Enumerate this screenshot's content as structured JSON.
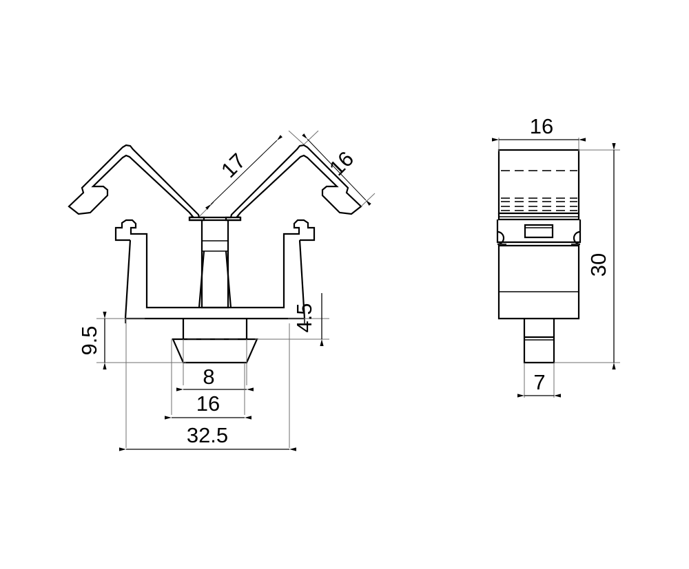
{
  "drawing": {
    "title": "Mechanical part — two orthographic views with dimensions",
    "units": "mm",
    "line_color": "#000000",
    "background": "#ffffff",
    "views": [
      {
        "name": "front-view",
        "label": "",
        "description": "V-shaped spring clip profile with central stem, body channel and trapezoidal foot"
      },
      {
        "name": "side-view",
        "label": "",
        "description": "Side elevation showing stacked body sections, clip notches and lower stem"
      }
    ],
    "dimensions": {
      "front": {
        "arm_left_label": "17",
        "arm_right_label": "16",
        "height_left_label": "9.5",
        "height_right_label": "4.5",
        "foot_inner_label": "8",
        "foot_outer_label": "16",
        "overall_width_label": "32.5"
      },
      "side": {
        "width_label": "16",
        "height_label": "30",
        "stem_width_label": "7"
      }
    }
  }
}
